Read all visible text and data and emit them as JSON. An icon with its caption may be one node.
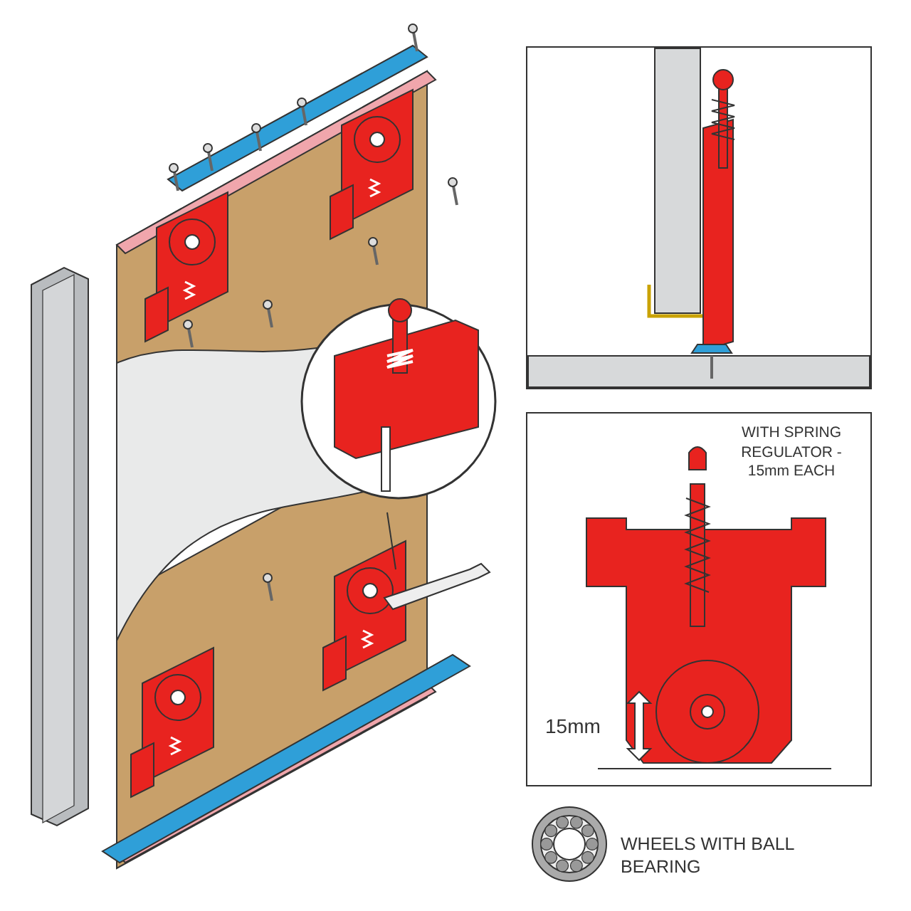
{
  "diagram": {
    "labels": [
      "WITH SPRING REGULATOR - 15mm EACH",
      "15mm",
      "WHEELS WITH BALL BEARING"
    ]
  }
}
